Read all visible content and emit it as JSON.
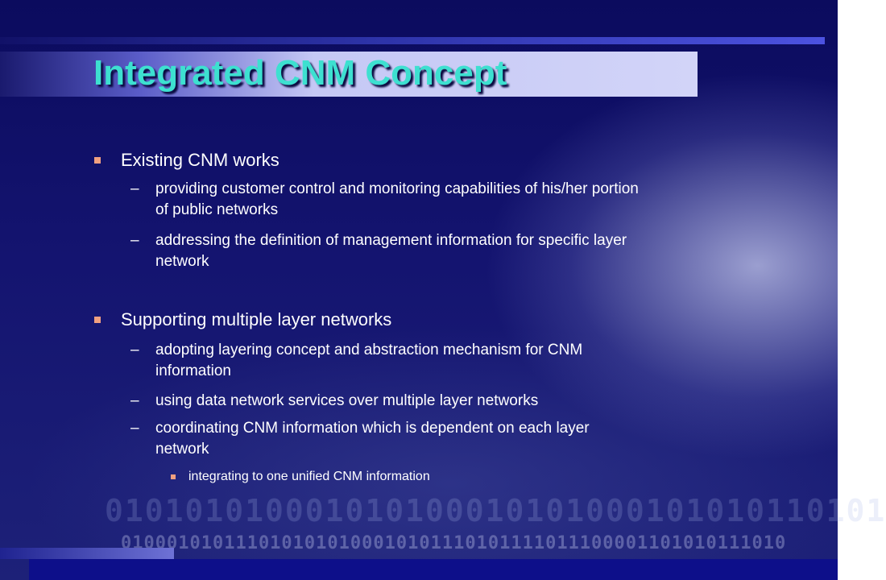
{
  "slide": {
    "title": "Integrated CNM Concept",
    "sections": [
      {
        "heading": "Existing CNM works",
        "items": [
          {
            "line1": "providing customer control and monitoring capabilities of his/her portion",
            "line2": "of public networks"
          },
          {
            "line1": "addressing the definition of management information for specific layer",
            "line2": "network"
          }
        ]
      },
      {
        "heading": "Supporting multiple layer networks",
        "items": [
          {
            "line1": "adopting layering concept and abstraction mechanism for CNM",
            "line2": "information"
          },
          {
            "line1": "using data network services over multiple layer networks"
          },
          {
            "line1": "coordinating CNM information which is dependent  on each layer",
            "line2": "network"
          }
        ],
        "subitem": "integrating to one unified CNM information"
      }
    ],
    "binary_row_1": "010101010001010100010101000101010110101",
    "binary_row_2": "0100010101110101010100010101110101111011100001101010111010"
  },
  "colors": {
    "background": "#141470",
    "title_text": "#3de0d0",
    "title_bar": "#d2d4f8",
    "bullet": "#f0a080",
    "body_text": "#ffffff"
  },
  "icons": {
    "level1_bullet": "square-bullet-icon",
    "level3_bullet": "small-square-bullet-icon"
  }
}
